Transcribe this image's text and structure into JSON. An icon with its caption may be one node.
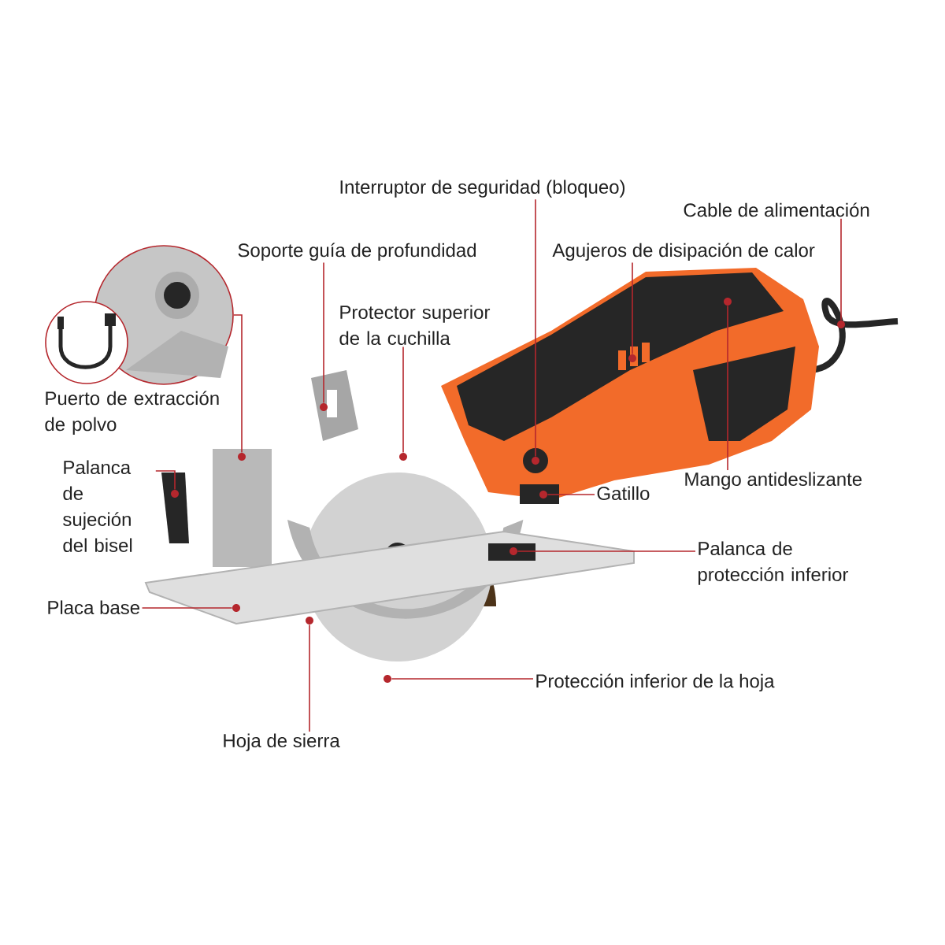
{
  "diagram": {
    "nodes": [
      {
        "text": [
          "Interruptor de seguridad (bloqueo)"
        ]
      },
      {
        "text": [
          "Cable de alimentación"
        ]
      },
      {
        "text": [
          "Soporte guía de profundidad"
        ]
      },
      {
        "text": [
          "Agujeros de disipación de calor"
        ]
      },
      {
        "text": [
          "Protector superior de la cuchilla"
        ]
      },
      {
        "text": [],
        "shape": "circle",
        "beside": [
          "Puerto de extracción de polvo"
        ]
      },
      {
        "text": [
          "Palanca de sujeción del bisel"
        ]
      },
      {
        "text": [
          "Gatillo"
        ]
      },
      {
        "text": [
          "Mango antideslizante"
        ]
      },
      {
        "text": [
          "Palanca de protección inferior"
        ]
      },
      {
        "text": [
          "Placa base"
        ]
      },
      {
        "text": [
          "Protección inferior de la hoja"
        ]
      },
      {
        "text": [
          "Hoja de sierra"
        ]
      },
      {
        "text": [],
        "shape": "circle"
      },
      {
        "text": [],
        "shape": "circle"
      },
      {
        "text": [],
        "shape": "circle"
      },
      {
        "text": [],
        "shape": "circle"
      },
      {
        "text": [],
        "shape": "circle"
      },
      {
        "text": [],
        "shape": "circle"
      },
      {
        "text": [],
        "shape": "circle"
      },
      {
        "text": [],
        "shape": "circle"
      },
      {
        "text": [],
        "shape": "circle"
      },
      {
        "text": [],
        "shape": "circle"
      },
      {
        "text": [],
        "shape": "circle"
      },
      {
        "text": [],
        "shape": "circle"
      },
      {
        "text": [],
        "shape": "circle"
      }
    ],
    "edges": [
      {
        "from": 0,
        "to": 13,
        "arrow": "none"
      },
      {
        "from": 1,
        "to": 14,
        "arrow": "none"
      },
      {
        "from": 2,
        "to": 15,
        "arrow": "none"
      },
      {
        "from": 3,
        "to": 16,
        "arrow": "none"
      },
      {
        "from": 4,
        "to": 17,
        "arrow": "none"
      },
      {
        "from": 5,
        "to": 18,
        "arrow": "none"
      },
      {
        "from": 6,
        "to": 19,
        "arrow": "none"
      },
      {
        "from": 7,
        "to": 20,
        "arrow": "none"
      },
      {
        "from": 8,
        "to": 21,
        "arrow": "none"
      },
      {
        "from": 9,
        "to": 22,
        "arrow": "none"
      },
      {
        "from": 10,
        "to": 23,
        "arrow": "none"
      },
      {
        "from": 11,
        "to": 24,
        "arrow": "none"
      },
      {
        "from": 12,
        "to": 25,
        "arrow": "none"
      }
    ]
  }
}
